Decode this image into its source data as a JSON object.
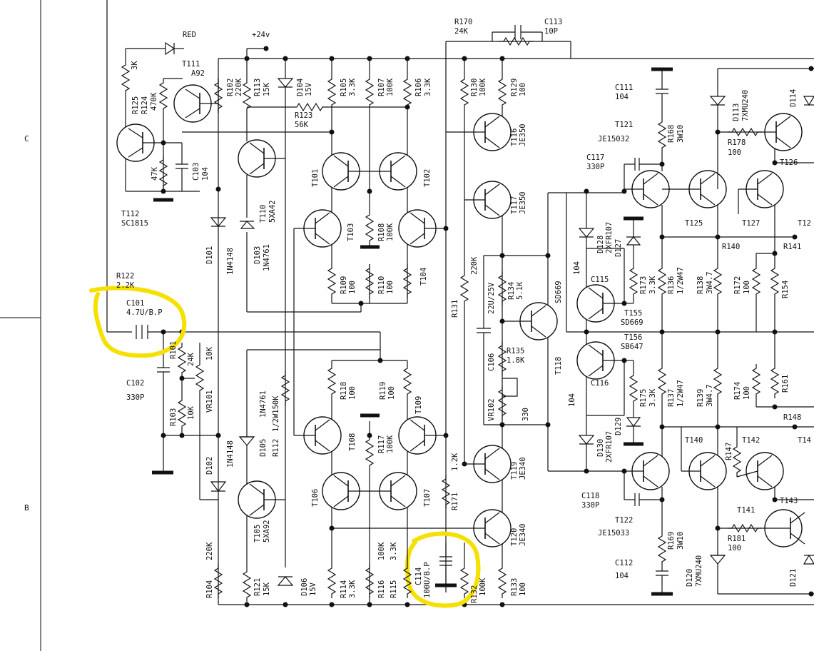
{
  "zones": [
    "C",
    "B"
  ],
  "labels": {
    "plus24v": "+24v",
    "red": "RED",
    "r125": "R125",
    "r125v": "3K",
    "r124": "R124",
    "r124v": "470K",
    "t111": "T111",
    "t111t": "A92",
    "r102": "R102",
    "r102v": "220K",
    "r113": "R113",
    "r113v": "15K",
    "d104": "D104",
    "d104v": "15V",
    "r105": "R105",
    "r105v": "3.3K",
    "r107": "R107",
    "r107v": "100K",
    "r106": "R106",
    "r106v": "3.3K",
    "r123": "R123",
    "r123v": "56K",
    "r170": "R170",
    "r170v": "24K",
    "c113": "C113",
    "c113v": "10P",
    "r130": "R130",
    "r130v": "100K",
    "r129": "R129",
    "r129v": "100",
    "t116": "T116",
    "t116t": "JE350",
    "t117": "T117",
    "t117t": "JE350",
    "c111": "C111",
    "c111v": "104",
    "t121": "T121",
    "t121t": "JE15032",
    "r168": "R168",
    "r168v": "3W10",
    "d113": "D113",
    "d113v": "7XMU240",
    "d114": "D114",
    "r178": "R178",
    "r178v": "100",
    "t126": "T126",
    "c117": "C117",
    "c117v": "330P",
    "t125": "T125",
    "t127": "T127",
    "t12x": "T12",
    "r140": "R140",
    "r141": "R141",
    "d128": "D128",
    "d128t": "2XFR107",
    "d127": "D127",
    "t112": "T112",
    "t112t": "SC1815",
    "r47k": "47K",
    "c103": "C103",
    "c103v": "104",
    "t110": "T110",
    "t110t": "5XA42",
    "t101": "T101",
    "t102": "T102",
    "t103": "T103",
    "r108": "R108",
    "r108v": "100K",
    "d101": "D101",
    "d101t": "1N4148",
    "d103": "D103",
    "d103t": "1N4761",
    "r109": "R109",
    "r109v": "100",
    "r110": "R110",
    "r110v": "100",
    "t104": "T104",
    "r131": "R131",
    "r131v": "220K",
    "c22u": "22U/25V",
    "r134": "R134",
    "r134v": "5.1K",
    "sd669": "SD669",
    "c115": "C115",
    "r104v": "104",
    "r173": "R173",
    "r173v": "3.3K",
    "r136": "R136",
    "r136v": "1/2W47",
    "r138": "R138",
    "r138v": "3W4.7",
    "r172": "R172",
    "r172v": "100",
    "r154": "R154",
    "t155": "T155",
    "t155t": "SD669",
    "t156": "T156",
    "t156t": "SB647",
    "r122": "R122",
    "r122v": "2.2K",
    "c101": "C101",
    "c101v": "4.7U/B.P",
    "r101": "R101",
    "r101v": "24K",
    "vr101": "VR101",
    "vr101v": "10K",
    "c102": "C102",
    "c102v": "330P",
    "r103": "R103",
    "r103v": "10K",
    "d105t": "1N4761",
    "d105": "D105",
    "r112": "R112",
    "r112v": "1/2W150K",
    "r118": "R118",
    "r118v": "100",
    "r119": "R119",
    "r119v": "100",
    "t109": "T109",
    "c106": "C106",
    "r135": "R135",
    "r135v": "1.8K",
    "t118": "T118",
    "vr102": "VR102",
    "vr102v": "330",
    "c116": "C116",
    "r175": "R175",
    "r175v": "3.3K",
    "r137": "R137",
    "r137v": "1/2W47",
    "r139": "R139",
    "r139v": "3W4.7",
    "r174": "R174",
    "r174v": "100",
    "r161": "R161",
    "r148": "R148",
    "t108": "T108",
    "r117": "R117",
    "r117v": "100K",
    "r12k": "1.2K",
    "t119": "T119",
    "t119t": "JE340",
    "d129": "D129",
    "d130": "D130",
    "d130t": "2XFR107",
    "t140": "T140",
    "r147": "R147",
    "t142": "T142",
    "t14x": "T14",
    "d102": "D102",
    "d102t": "1N4148",
    "t105": "T105",
    "t105t": "5XA92",
    "t106": "T106",
    "t107": "T107",
    "r171": "R171",
    "c118": "C118",
    "c118v": "330P",
    "t122": "T122",
    "t122t": "JE15033",
    "t141": "T141",
    "t143": "T143",
    "r181": "R181",
    "r181v": "100",
    "t120": "T120",
    "t120t": "JE340",
    "r169": "R169",
    "r169v": "3W10",
    "c112": "C112",
    "c112v": "104",
    "d120": "D120",
    "d120v": "7XMU240",
    "d121": "D121",
    "r220k": "220K",
    "r104": "R104",
    "r121": "R121",
    "r121v": "15K",
    "d106": "D106",
    "d106v": "15V",
    "r114": "R114",
    "r114v": "3.3K",
    "r116": "R116",
    "r116v": "100K",
    "r115": "R115",
    "r115v": "3.3K",
    "c114": "C114",
    "c114v": "100U/B.P",
    "r132": "R132",
    "r132v": "100K",
    "r133": "R133",
    "r133v": "100"
  },
  "highlight_color": "#f5e000"
}
